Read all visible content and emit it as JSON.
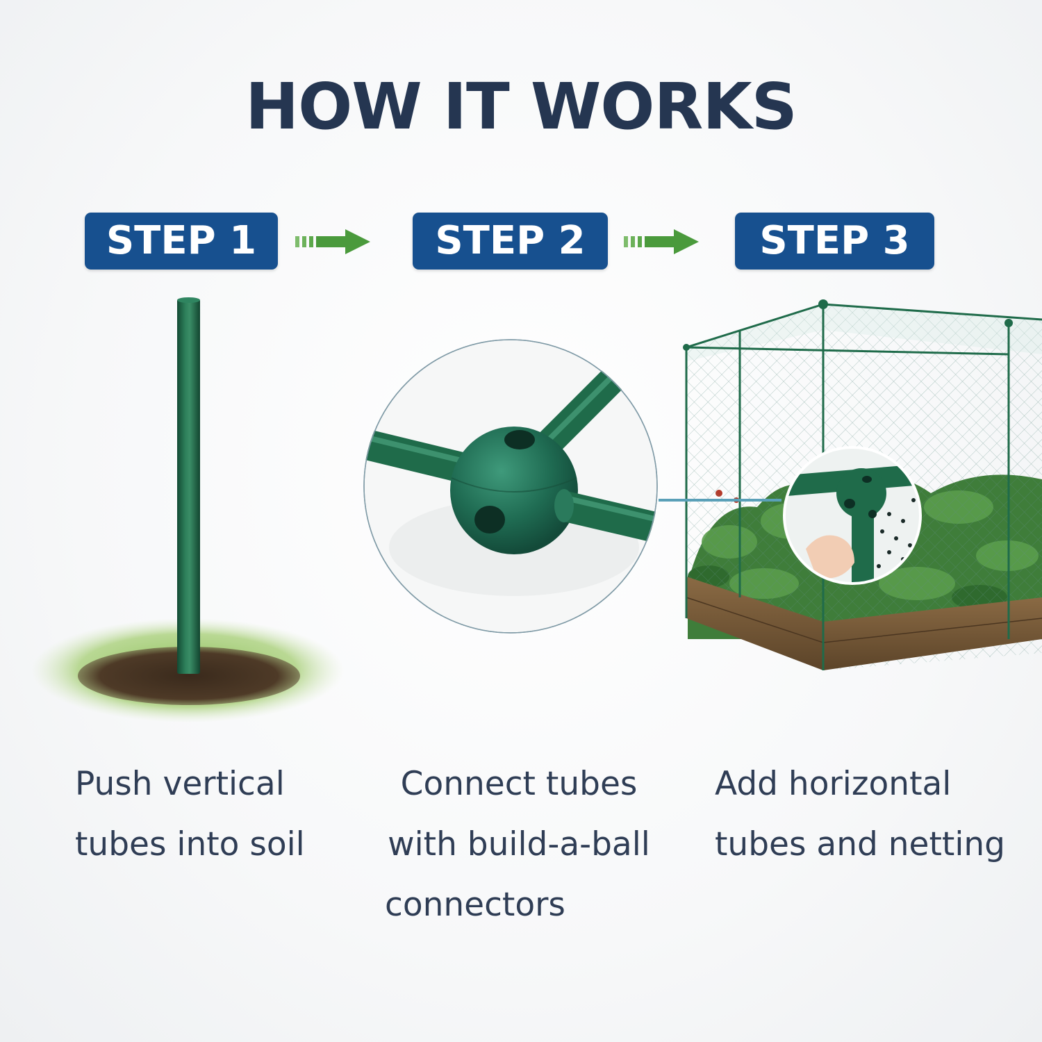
{
  "title": "HOW IT WORKS",
  "steps": [
    {
      "label": "STEP 1",
      "caption": [
        "Push vertical",
        "tubes into soil"
      ]
    },
    {
      "label": "STEP 2",
      "caption": [
        "Connect tubes",
        "with build-a-ball",
        "connectors"
      ]
    },
    {
      "label": "STEP 3",
      "caption": [
        "Add horizontal",
        "tubes and netting"
      ]
    }
  ],
  "colors": {
    "title": "#253651",
    "badge": "#17508f",
    "arrow": "#4a9a3c",
    "tube": "#1f6b4a",
    "caption": "#2f3d55"
  }
}
